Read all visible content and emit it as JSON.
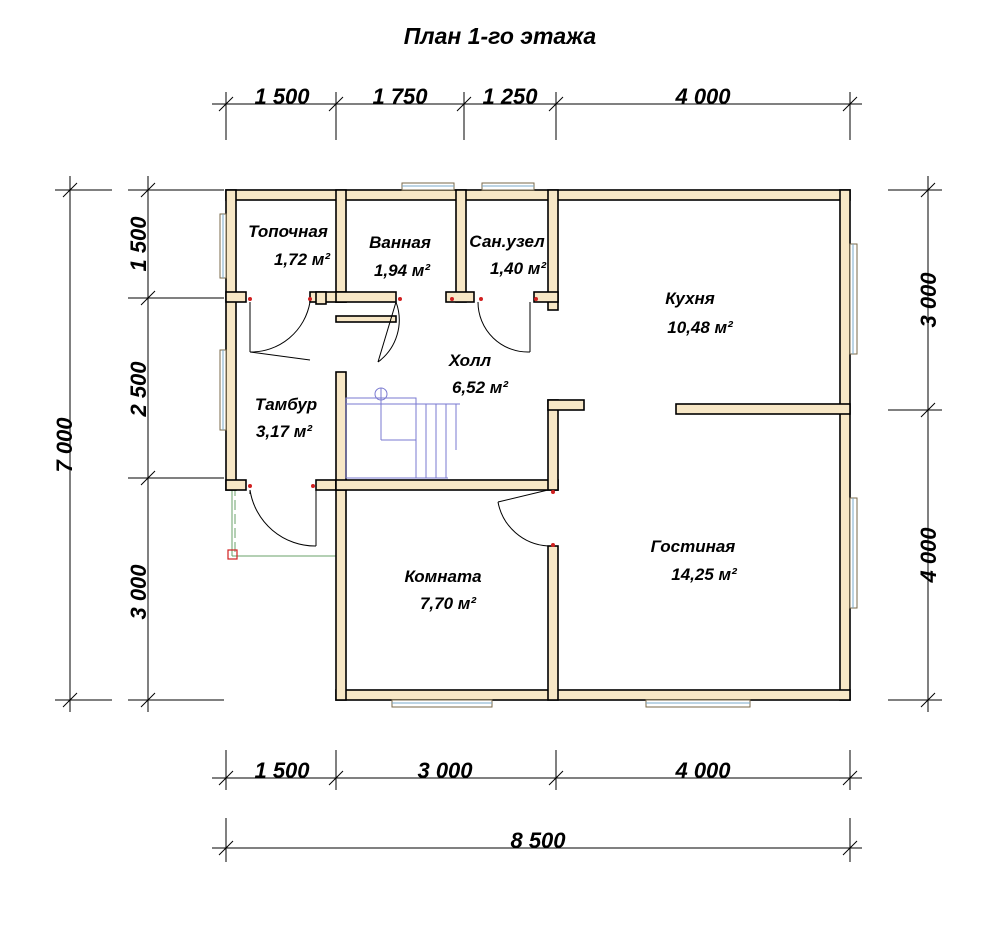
{
  "title": "План 1-го этажа",
  "dims": {
    "top": [
      "1 500",
      "1 750",
      "1 250",
      "4 000"
    ],
    "bottom": [
      "1 500",
      "3 000",
      "4 000"
    ],
    "total_width": "8 500",
    "left_outer": "7 000",
    "left_inner": [
      "1 500",
      "2 500",
      "3 000"
    ],
    "right": [
      "3 000",
      "4 000"
    ]
  },
  "rooms": [
    {
      "name": "Топочная",
      "area": "1,72 м²"
    },
    {
      "name": "Ванная",
      "area": "1,94 м²"
    },
    {
      "name": "Сан.узел",
      "area": "1,40 м²"
    },
    {
      "name": "Кухня",
      "area": "10,48 м²"
    },
    {
      "name": "Холл",
      "area": "6,52 м²"
    },
    {
      "name": "Тамбур",
      "area": "3,17 м²"
    },
    {
      "name": "Комната",
      "area": "7,70 м²"
    },
    {
      "name": "Гостиная",
      "area": "14,25 м²"
    }
  ],
  "colors": {
    "wall": "#f7e7c6",
    "window_glass": "#7aa8c8",
    "stair": "#7a7ad0"
  }
}
